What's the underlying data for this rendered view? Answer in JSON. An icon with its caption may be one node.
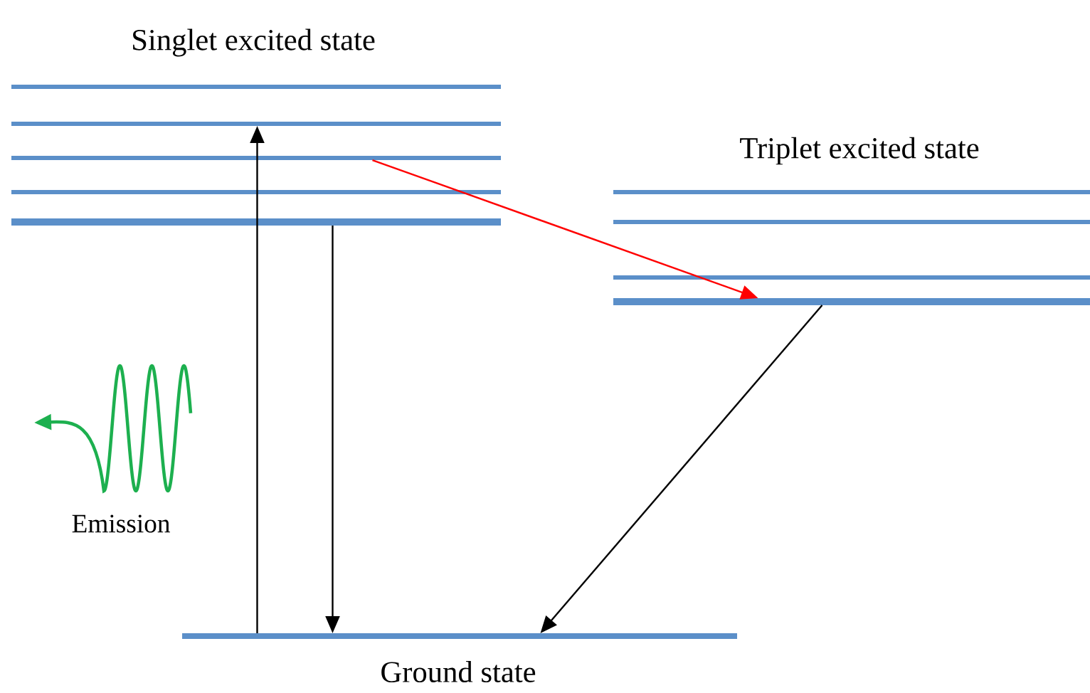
{
  "diagram": {
    "nodes": [
      {
        "text": [
          "Singlet excited state"
        ]
      },
      {
        "text": [],
        "shape": "bar"
      },
      {
        "text": [],
        "shape": "bar"
      },
      {
        "text": [],
        "shape": "bar"
      },
      {
        "text": [],
        "shape": "bar"
      },
      {
        "text": [
          "Triplet excited state"
        ]
      },
      {
        "text": [],
        "shape": "bar"
      },
      {
        "text": [],
        "shape": "bar"
      },
      {
        "text": [],
        "shape": "bar"
      },
      {
        "text": [
          "Ground state"
        ]
      }
    ],
    "edges": [
      {
        "from": 9,
        "to": 1,
        "arrow": "to"
      },
      {
        "from": 4,
        "to": 9,
        "arrow": "to"
      },
      {
        "from": 2,
        "to": 8,
        "arrow": "to",
        "color": "#ff0000"
      },
      {
        "from": 8,
        "to": 9,
        "arrow": "to"
      }
    ],
    "labels": [
      "Emission"
    ]
  }
}
